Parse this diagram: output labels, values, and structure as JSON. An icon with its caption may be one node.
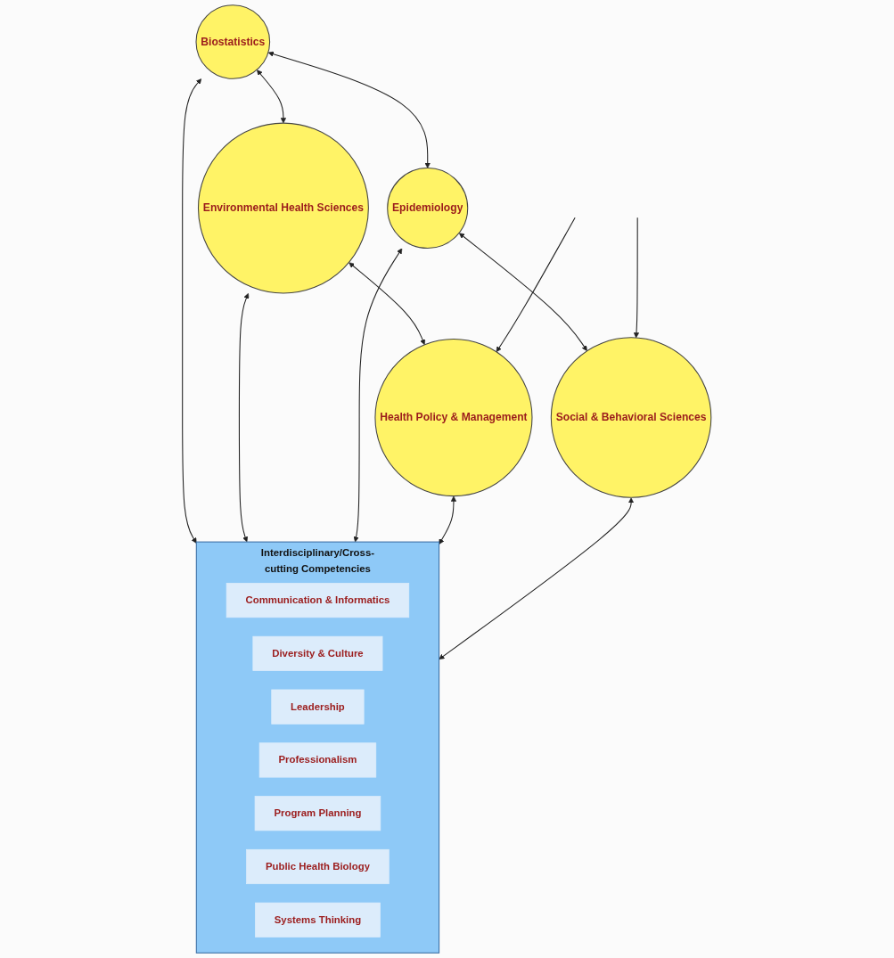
{
  "diagram": {
    "nodes": [
      {
        "text": [
          "Biostatistics"
        ]
      },
      {
        "text": [
          "Environmental Health Sciences"
        ]
      },
      {
        "text": [
          "Interdisciplinary/Cross-cutting Competencies"
        ]
      },
      {
        "text": [
          "Communication & Informatics"
        ],
        "in": 2
      },
      {
        "text": [
          "Diversity & Culture"
        ],
        "in": 2
      },
      {
        "text": [
          "Leadership"
        ],
        "in": 2
      },
      {
        "text": [
          "Professionalism"
        ],
        "in": 2
      },
      {
        "text": [
          "Program Planning"
        ],
        "in": 2
      },
      {
        "text": [
          "Public Health Biology"
        ],
        "in": 2
      },
      {
        "text": [
          "Systems Thinking"
        ],
        "in": 2
      },
      {
        "text": [
          "Epidemiology"
        ]
      },
      {
        "text": [
          "Health Policy & Management"
        ]
      },
      {
        "text": [
          "Social & Behavioral Sciences"
        ]
      }
    ],
    "edges": [
      {
        "from": 0,
        "to": 1,
        "arrow": "both"
      },
      {
        "from": 0,
        "to": 10,
        "arrow": "both"
      },
      {
        "from": 0,
        "to": 2,
        "arrow": "both"
      },
      {
        "from": 1,
        "to": 2,
        "arrow": "both"
      },
      {
        "from": 10,
        "to": 2,
        "arrow": "both"
      },
      {
        "from": 1,
        "to": 11,
        "arrow": "both"
      },
      {
        "from": 10,
        "to": 12,
        "arrow": "both"
      },
      {
        "from": 11,
        "to": 2,
        "arrow": "both"
      },
      {
        "from": 12,
        "to": 2,
        "arrow": "both"
      },
      {
        "from": null,
        "to": 11,
        "arrow": "to"
      },
      {
        "from": null,
        "to": 12,
        "arrow": "to"
      }
    ]
  }
}
